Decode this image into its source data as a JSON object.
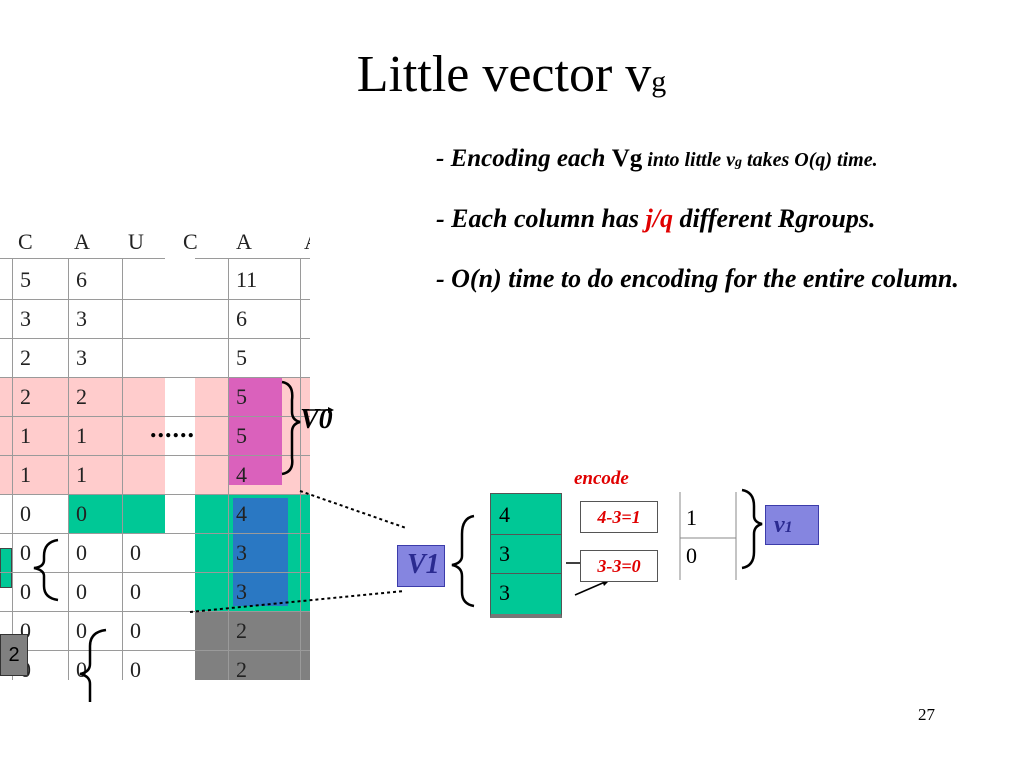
{
  "slide": {
    "title_main": "Little vector v",
    "title_sub": "g",
    "page_number": "27"
  },
  "bullets": {
    "b1_a": "- Encoding each ",
    "b1_b": "Vg",
    "b1_c": " into little v",
    "b1_d": "g",
    "b1_e": "  takes O(q) time.",
    "b2_a": "- Each column has ",
    "b2_red": "j/q",
    "b2_b": " different Rgroups.",
    "b3": "- O(n) time to do encoding for the entire column."
  },
  "grid": {
    "headers": [
      "C",
      "A",
      "U",
      "C",
      "A",
      "A"
    ],
    "rows": [
      [
        "5",
        "6",
        "",
        "11"
      ],
      [
        "3",
        "3",
        "",
        "6"
      ],
      [
        "2",
        "3",
        "",
        "5"
      ],
      [
        "2",
        "2",
        "",
        "5"
      ],
      [
        "1",
        "1",
        "",
        "5"
      ],
      [
        "1",
        "1",
        "",
        "4"
      ],
      [
        "0",
        "0",
        "",
        "4"
      ],
      [
        "0",
        "0",
        "0",
        "3"
      ],
      [
        "0",
        "0",
        "0",
        "3"
      ],
      [
        "0",
        "0",
        "0",
        "2"
      ],
      [
        "0",
        "0",
        "0",
        "2"
      ]
    ],
    "ellipsis": "......",
    "side_box": "2",
    "colors": {
      "pink": "#ffcccc",
      "teal": "#00c896",
      "magenta": "#e040c0",
      "blue": "#2f6fc8",
      "gray": "#808080"
    }
  },
  "labels": {
    "v0": "V0",
    "v1_big": "V1",
    "v1_small": "v",
    "v1_small_sub": "1",
    "encode": "encode"
  },
  "column": {
    "values": [
      "4",
      "3",
      "3"
    ]
  },
  "encoding": {
    "calc1": "4-3=1",
    "calc2": "3-3=0"
  },
  "result": {
    "values": [
      "1",
      "0"
    ]
  }
}
